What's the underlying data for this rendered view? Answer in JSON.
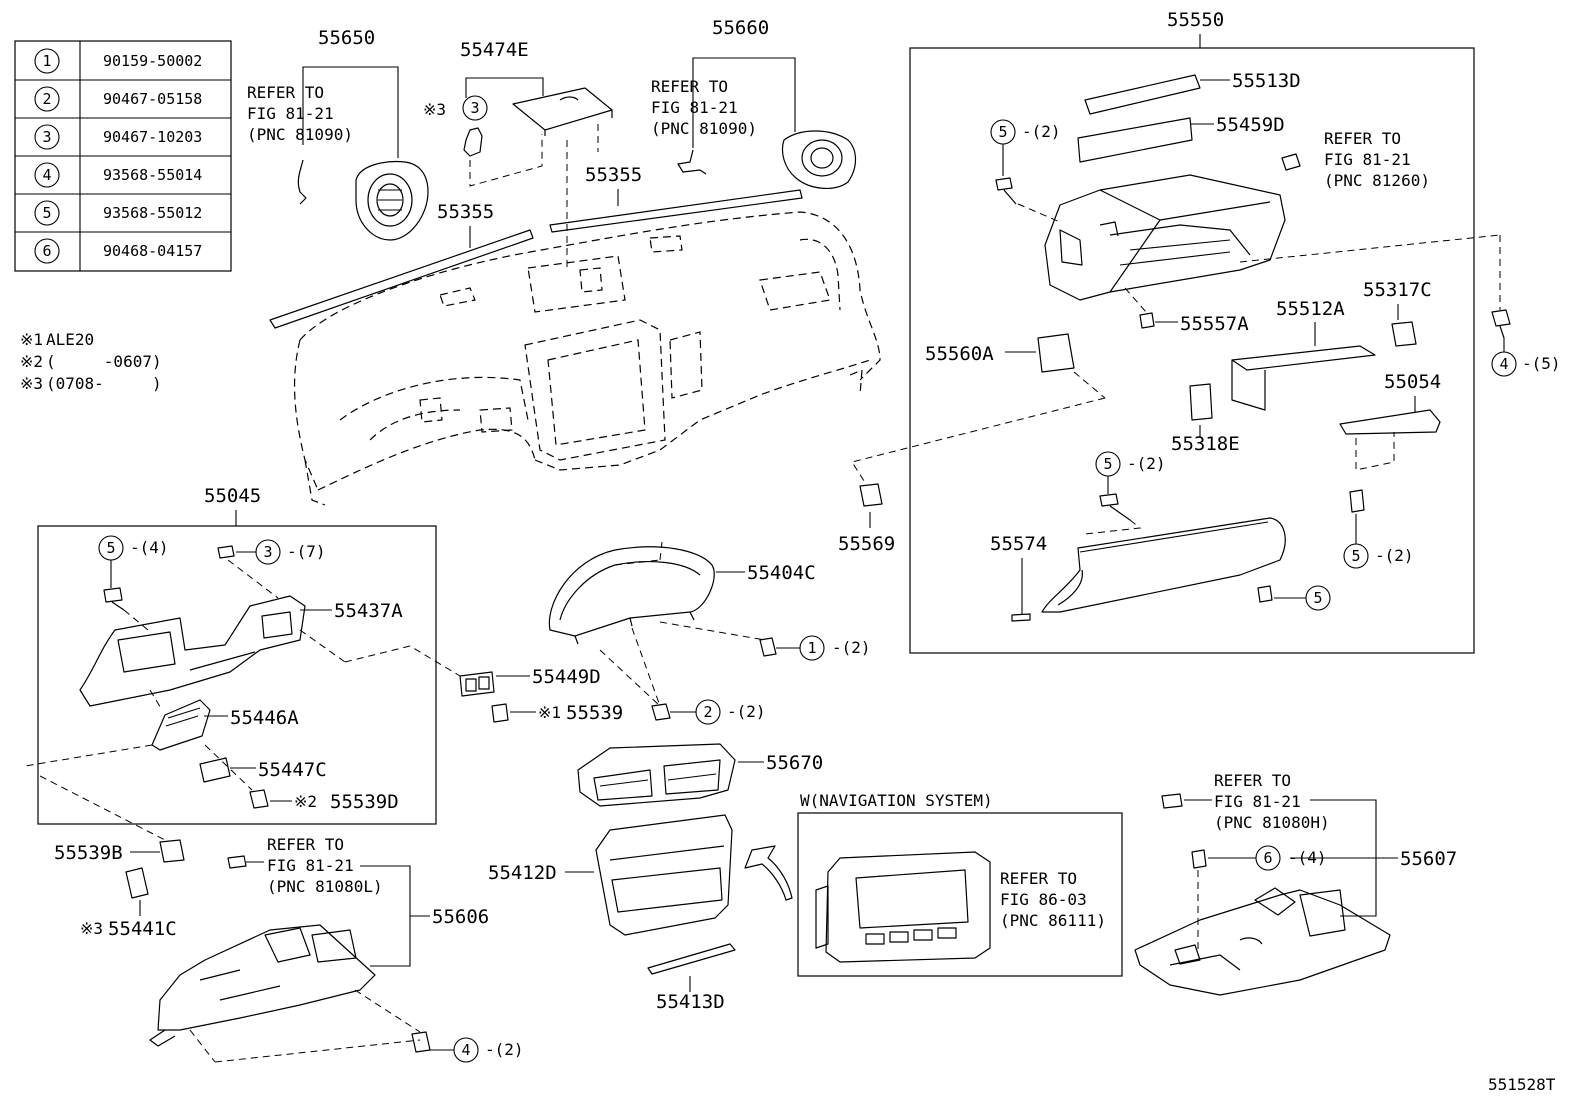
{
  "bolt_table": [
    {
      "no": "1",
      "part": "90159-50002"
    },
    {
      "no": "2",
      "part": "90467-05158"
    },
    {
      "no": "3",
      "part": "90467-10203"
    },
    {
      "no": "4",
      "part": "93568-55014"
    },
    {
      "no": "5",
      "part": "93568-55012"
    },
    {
      "no": "6",
      "part": "90468-04157"
    }
  ],
  "legend": [
    {
      "mark": "※1",
      "text": "ALE20"
    },
    {
      "mark": "※2",
      "text": "(     -0607)"
    },
    {
      "mark": "※3",
      "text": "(0708-     )"
    }
  ],
  "labels": {
    "p55650": "55650",
    "p55474E": "55474E",
    "p55660": "55660",
    "p55550": "55550",
    "p55355a": "55355",
    "p55355b": "55355",
    "p55513D": "55513D",
    "p55459D": "55459D",
    "p55557A": "55557A",
    "p55512A": "55512A",
    "p55317C": "55317C",
    "p55560A": "55560A",
    "p55054": "55054",
    "p55318E": "55318E",
    "p55569": "55569",
    "p55574": "55574",
    "p55045": "55045",
    "p55437A": "55437A",
    "p55446A": "55446A",
    "p55447C": "55447C",
    "p55539D": "55539D",
    "p55449D": "55449D",
    "p55539": "55539",
    "p55404C": "55404C",
    "p55670": "55670",
    "p55412D": "55412D",
    "p55413D": "55413D",
    "p55539B": "55539B",
    "p55441C": "55441C",
    "p55606": "55606",
    "p55607": "55607",
    "mark1": "※1",
    "mark2": "※2",
    "mark3a": "※3",
    "mark3b": "※3"
  },
  "refs": {
    "r1": [
      "REFER TO",
      "FIG 81-21",
      "(PNC 81090)"
    ],
    "r2": [
      "REFER TO",
      "FIG 81-21",
      "(PNC 81090)"
    ],
    "r3": [
      "REFER TO",
      "FIG 81-21",
      "(PNC 81260)"
    ],
    "r4": [
      "REFER TO",
      "FIG 81-21",
      "(PNC 81080L)"
    ],
    "r5": [
      "REFER TO",
      "FIG 81-21",
      "(PNC 81080H)"
    ],
    "r6": [
      "REFER TO",
      "FIG 86-03",
      "(PNC 86111)"
    ]
  },
  "callouts": {
    "c5a": {
      "n": "5",
      "q": "-(2)"
    },
    "c4a": {
      "n": "4",
      "q": "-(5)"
    },
    "c5b": {
      "n": "5",
      "q": "-(2)"
    },
    "c5c": {
      "n": "5",
      "q": "-(2)"
    },
    "c5d": {
      "n": "5",
      "q": ""
    },
    "c5e": {
      "n": "5",
      "q": "-(4)"
    },
    "c3a": {
      "n": "3",
      "q": "-(7)"
    },
    "c3b": {
      "n": "3",
      "q": ""
    },
    "c1a": {
      "n": "1",
      "q": "-(2)"
    },
    "c2a": {
      "n": "2",
      "q": "-(2)"
    },
    "c6a": {
      "n": "6",
      "q": "-(4)"
    },
    "c4b": {
      "n": "4",
      "q": "-(2)"
    }
  },
  "nav_box_title": "W(NAVIGATION SYSTEM)",
  "figure_code": "551528T"
}
